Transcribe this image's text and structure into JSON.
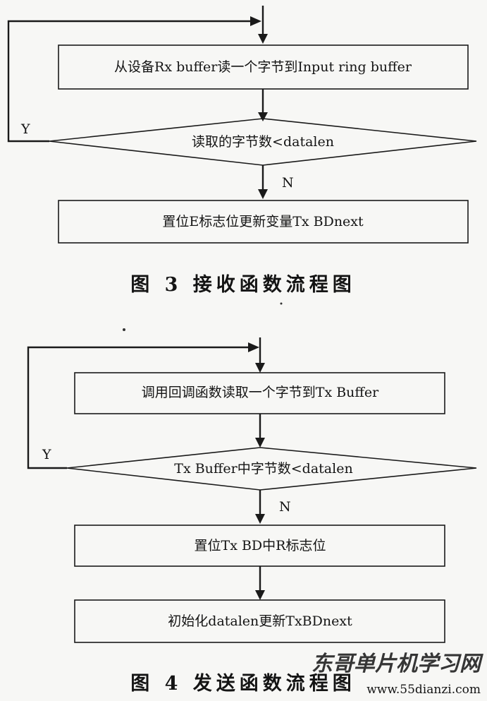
{
  "figure3": {
    "step1": "从设备Rx buffer读一个字节到Input ring buffer",
    "decision": "读取的字节数<datalen",
    "yes_label": "Y",
    "no_label": "N",
    "step2": "置位E标志位更新变量Tx BDnext",
    "caption": "图 3   接收函数流程图"
  },
  "figure4": {
    "step1": "调用回调函数读取一个字节到Tx Buffer",
    "decision": "Tx Buffer中字节数<datalen",
    "yes_label": "Y",
    "no_label": "N",
    "step2": "置位Tx BD中R标志位",
    "step3": "初始化datalen更新TxBDnext",
    "caption": "图 4   发送函数流程图"
  },
  "watermark": {
    "site_name": "东哥单片机学习网",
    "url": "www.55dianzi.com"
  }
}
